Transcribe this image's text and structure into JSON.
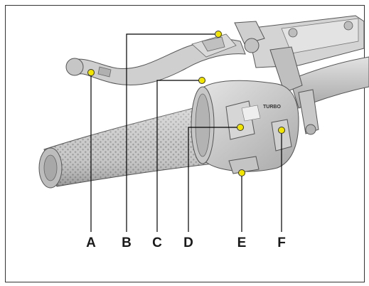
{
  "figure": {
    "switch_label": "TURBO",
    "callouts": [
      {
        "letter": "A"
      },
      {
        "letter": "B"
      },
      {
        "letter": "C"
      },
      {
        "letter": "D"
      },
      {
        "letter": "E"
      },
      {
        "letter": "F"
      }
    ]
  },
  "colors": {
    "leader_line": "#000000",
    "marker_fill": "#f2e600",
    "marker_stroke": "#333333",
    "part_light": "#d9d9d9",
    "part_mid": "#b8b8b8",
    "part_dark": "#8c8c8c"
  }
}
